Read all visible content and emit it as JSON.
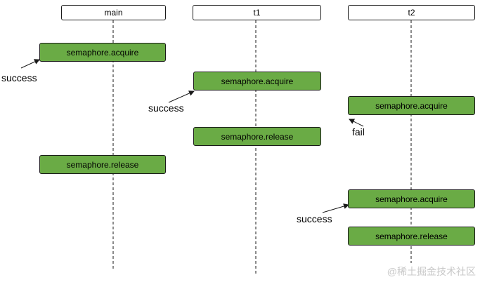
{
  "lanes": [
    {
      "id": "main",
      "label": "main"
    },
    {
      "id": "t1",
      "label": "t1"
    },
    {
      "id": "t2",
      "label": "t2"
    }
  ],
  "operations": [
    {
      "lane": "main",
      "label": "semaphore.acquire",
      "result": "success"
    },
    {
      "lane": "main",
      "label": "semaphore.release"
    },
    {
      "lane": "t1",
      "label": "semaphore.acquire",
      "result": "success"
    },
    {
      "lane": "t1",
      "label": "semaphore.release"
    },
    {
      "lane": "t2",
      "label": "semaphore.acquire",
      "result": "fail"
    },
    {
      "lane": "t2",
      "label": "semaphore.acquire",
      "result": "success"
    },
    {
      "lane": "t2",
      "label": "semaphore.release"
    }
  ],
  "watermark": "@稀土掘金技术社区",
  "colors": {
    "op_fill": "#6aab45",
    "border": "#1a1a1a",
    "text": "#000000"
  }
}
